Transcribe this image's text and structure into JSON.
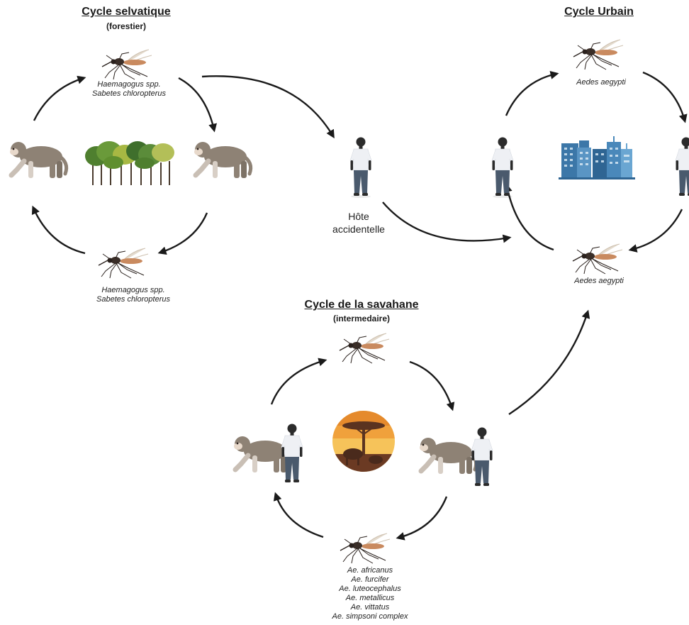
{
  "cycles": {
    "selvatique": {
      "title": "Cycle selvatique",
      "subtitle": "(forestier)",
      "vector_top": [
        "Haemagogus spp.",
        "Sabetes chloropterus"
      ],
      "vector_bottom": [
        "Haemagogus spp.",
        "Sabetes chloropterus"
      ]
    },
    "urbain": {
      "title": "Cycle Urbain",
      "vector_top": "Aedes aegypti",
      "vector_bottom": "Aedes aegypti"
    },
    "savane": {
      "title": "Cycle de la savahane",
      "subtitle": "(intermedaire)",
      "vectors": [
        "Ae. africanus",
        "Ae. furcifer",
        "Ae. luteocephalus",
        "Ae. metallicus",
        "Ae. vittatus",
        "Ae. simpsoni complex"
      ]
    }
  },
  "accidental_host": [
    "Hôte",
    "accidentelle"
  ],
  "colors": {
    "arrow": "#1a1a1a",
    "monkey_fur": "#8e8275",
    "monkey_face": "#e8d9cb",
    "human_skin": "#2b2b2b",
    "human_shirt": "#eef0f4",
    "human_pants": "#4a5a6d",
    "tree_green": "#5b8c3a",
    "city_blue": "#3c77a8",
    "sunset_orange": "#e58a2c"
  },
  "icons": [
    "mosquito-icon",
    "monkey-icon",
    "human-icon",
    "forest-icon",
    "city-icon",
    "savanna-icon"
  ]
}
